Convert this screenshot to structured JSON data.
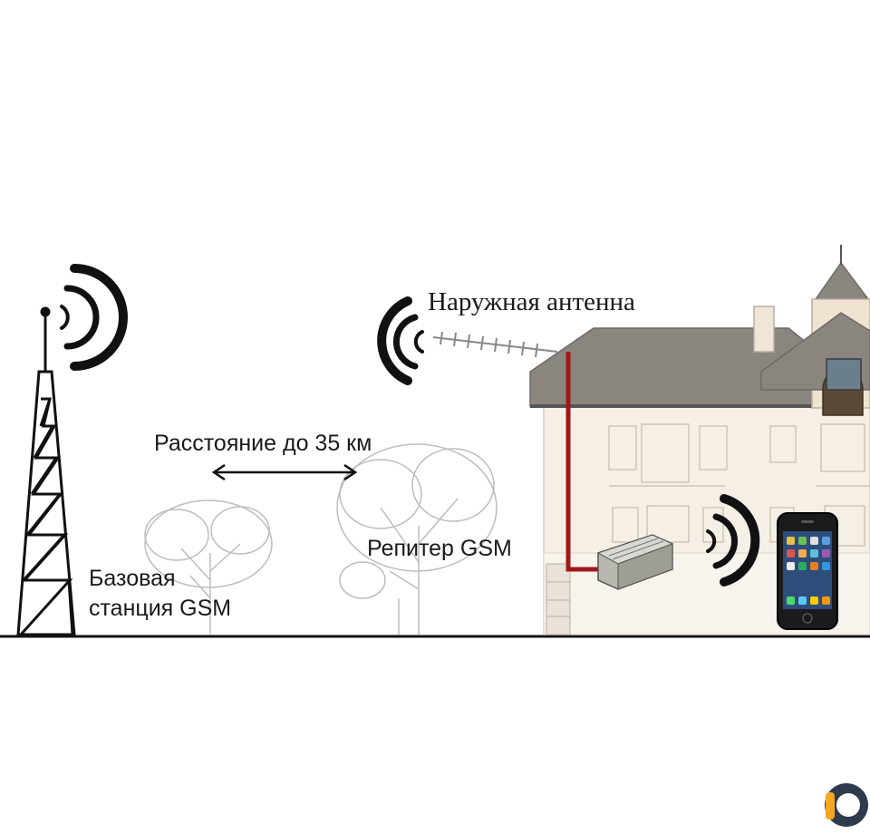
{
  "labels": {
    "outdoor_antenna": "Наружная антенна",
    "distance": "Расстояние до 35 км",
    "repeater": "Репитер GSM",
    "base_station_line1": "Базовая",
    "base_station_line2": "станция GSM"
  },
  "colors": {
    "background": "#ffffff",
    "ink": "#111111",
    "tree": "#c9c9c9",
    "cable": "#a01818",
    "roof": "#8a857f",
    "wall": "#f3ece1",
    "logo_dark": "#2f3a4d",
    "logo_accent": "#f5a623"
  },
  "icons": [
    "radio-waves-icon",
    "phone-icon",
    "repeater-device-icon",
    "brand-logo-icon"
  ]
}
